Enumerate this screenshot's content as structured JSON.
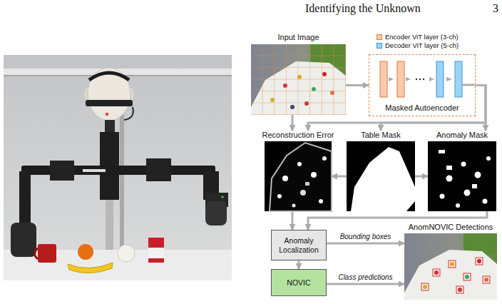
{
  "diagram": {
    "nodes": [
      {
        "text": [
          "Input Image"
        ]
      },
      {
        "text": [
          "Masked Autoencoder"
        ]
      },
      {
        "text": [
          "Reconstruction Error"
        ]
      },
      {
        "text": [
          "Table Mask"
        ]
      },
      {
        "text": [
          "Anomaly Mask"
        ]
      },
      {
        "text": [
          "Anomaly Localization"
        ]
      },
      {
        "text": [
          "NOVIC"
        ]
      },
      {
        "text": [
          "AnomNOVIC Detections"
        ]
      }
    ],
    "edges": [
      {
        "from": 0,
        "to": 1,
        "arrow": "to"
      },
      {
        "from": 0,
        "to": 2,
        "arrow": "to"
      },
      {
        "from": 1,
        "to": 2,
        "arrow": "to"
      },
      {
        "from": 1,
        "to": 3,
        "arrow": "to"
      },
      {
        "from": 1,
        "to": 4,
        "arrow": "to"
      },
      {
        "from": 3,
        "to": 2,
        "arrow": "to"
      },
      {
        "from": 3,
        "to": 4,
        "arrow": "to"
      },
      {
        "from": 2,
        "to": 5,
        "arrow": "to"
      },
      {
        "from": 4,
        "to": 5,
        "arrow": "to"
      },
      {
        "from": 5,
        "to": 7,
        "label": "Bounding boxes",
        "arrow": "to"
      },
      {
        "from": 5,
        "to": 6,
        "arrow": "to"
      },
      {
        "from": 6,
        "to": 7,
        "label": "Class predictions",
        "arrow": "to"
      }
    ],
    "labels": [
      "Identifying the Unknown",
      "3"
    ],
    "legend": [
      {
        "text": "Encoder ViT layer (3-ch)",
        "color": "#f8cbad"
      },
      {
        "text": "Decoder ViT layer (5-ch)",
        "color": "#9dd3f3"
      }
    ]
  }
}
